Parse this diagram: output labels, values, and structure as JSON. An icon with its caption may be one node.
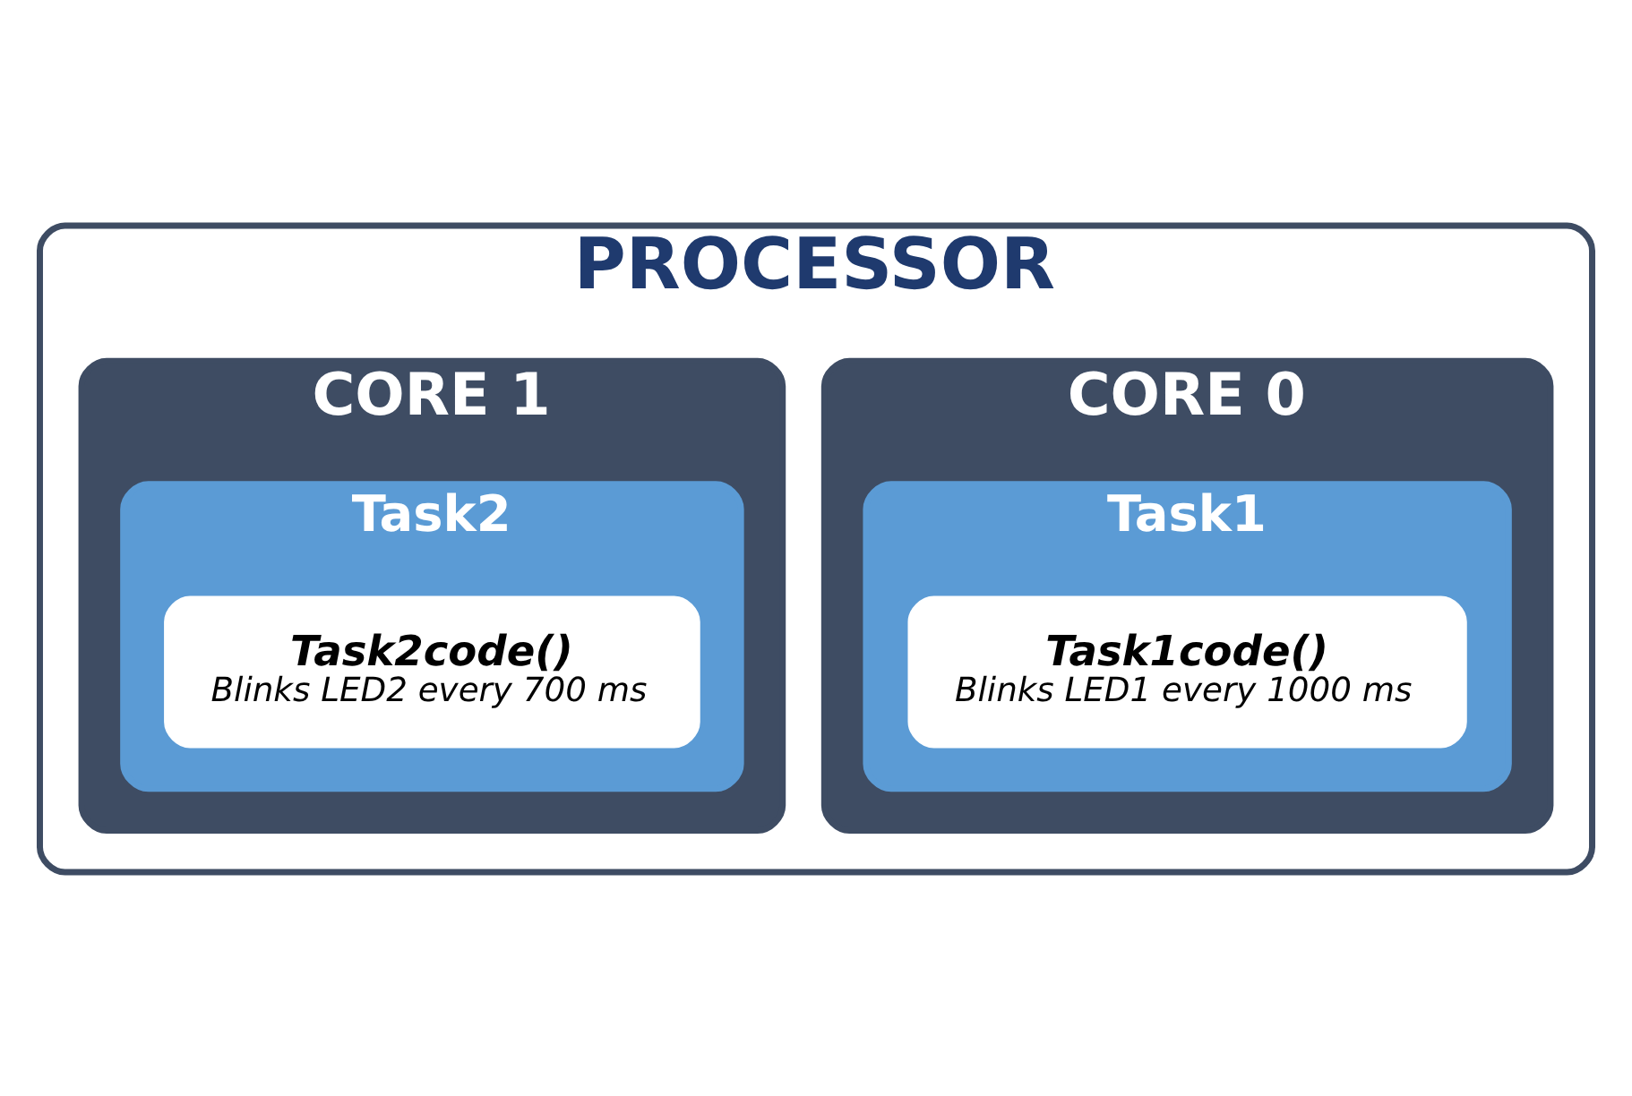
{
  "diagram": {
    "nodes": [
      {
        "text": [
          "PROCESSOR"
        ]
      },
      {
        "text": [
          "CORE 0"
        ],
        "in": 0
      },
      {
        "text": [
          "Task1"
        ],
        "in": 1
      },
      {
        "text": [
          "Task1code()",
          "Blinks LED1 every 1000 ms"
        ],
        "in": 2
      },
      {
        "text": [
          "CORE 1"
        ],
        "in": 0
      },
      {
        "text": [
          "Task2"
        ],
        "in": 4
      },
      {
        "text": [
          "Task2code()",
          "Blinks LED2 every 700 ms"
        ],
        "in": 5
      }
    ]
  }
}
